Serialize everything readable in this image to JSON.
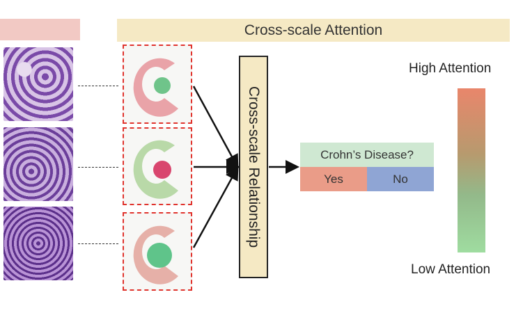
{
  "header": {
    "title": "Cross-scale Attention"
  },
  "relationship_label": "Cross-scale Relationship",
  "question": {
    "text": "Crohn’s Disease?",
    "yes": "Yes",
    "no": "No"
  },
  "colorbar": {
    "high": "High Attention",
    "low": "Low Attention",
    "colors": [
      "#e9866b",
      "#9fdca0"
    ]
  }
}
